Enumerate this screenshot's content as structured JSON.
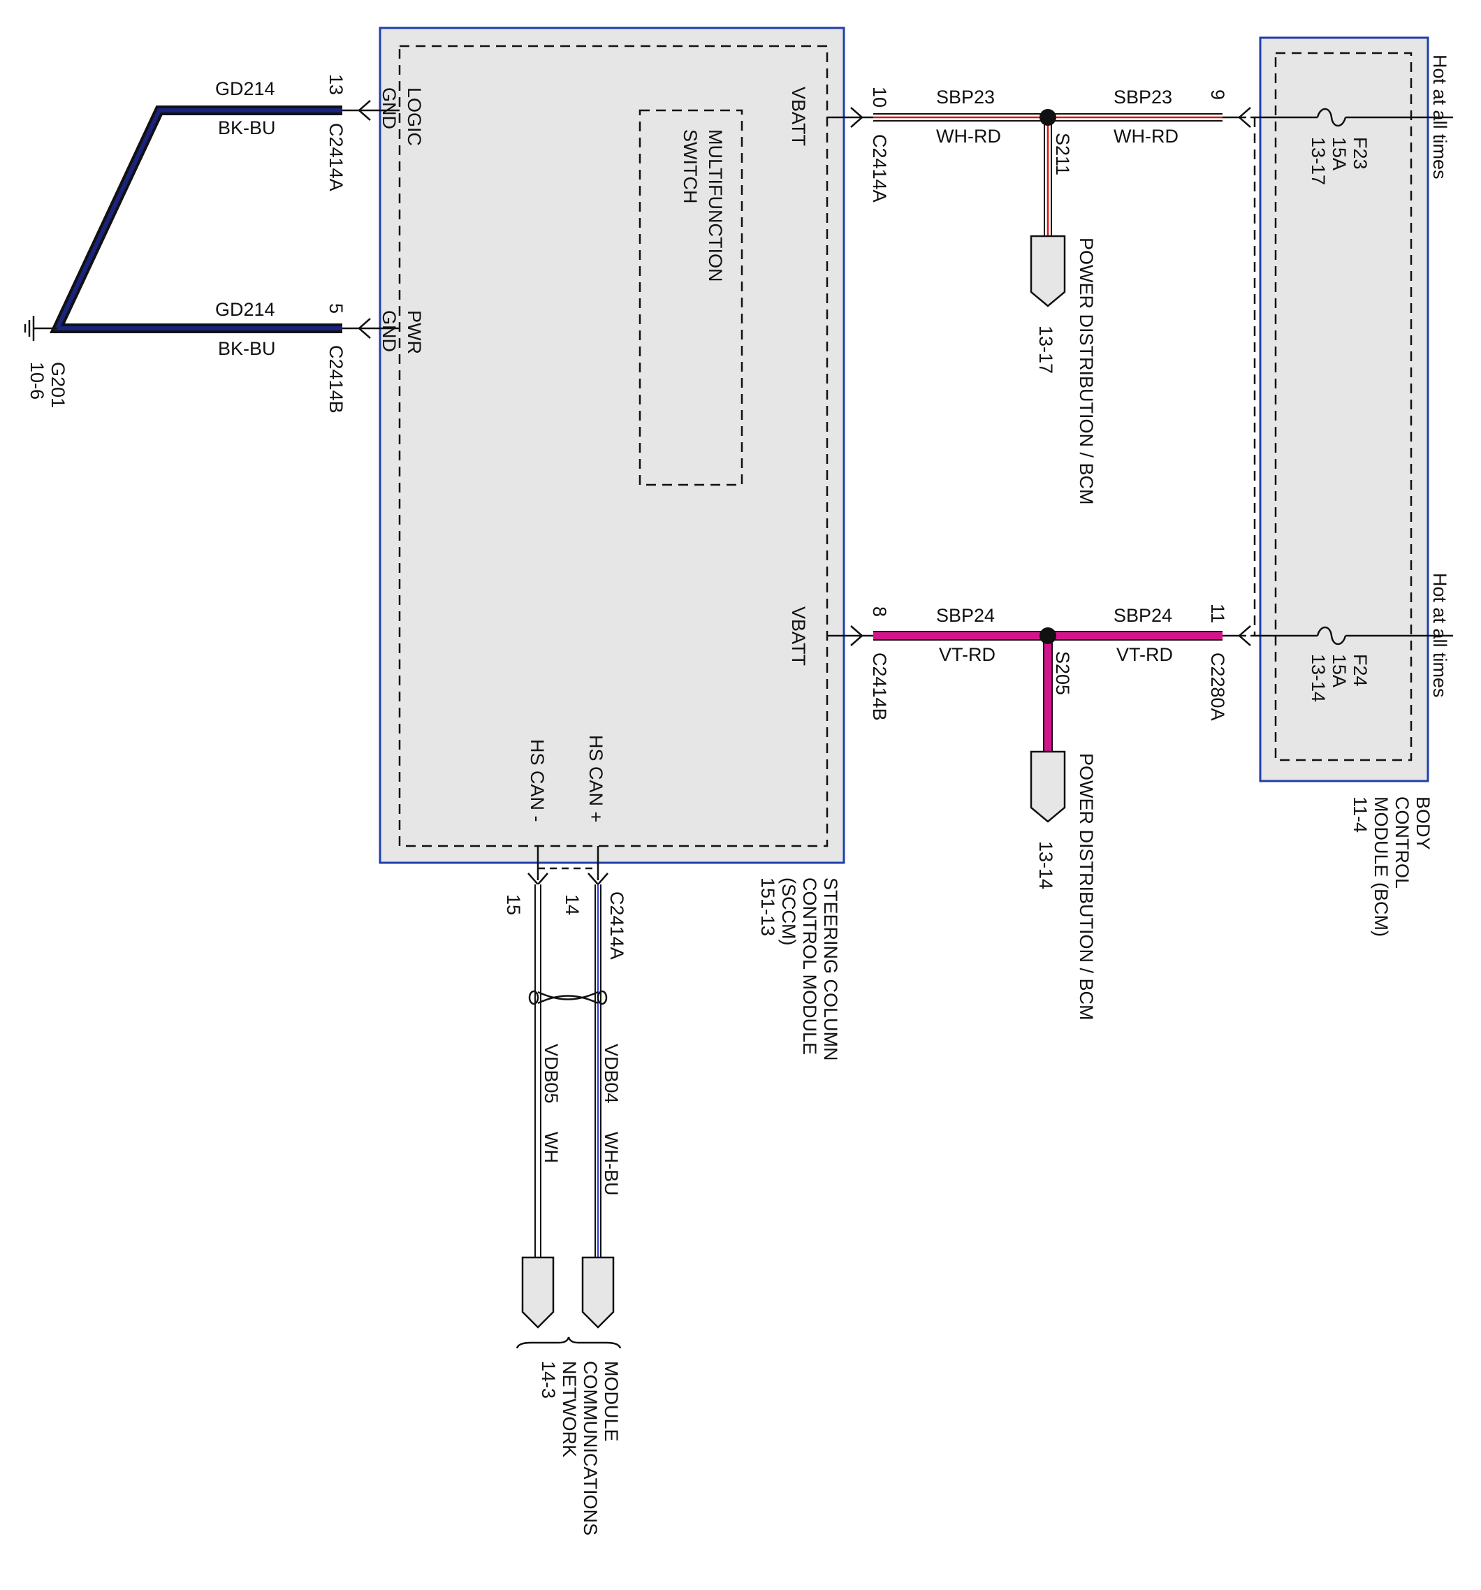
{
  "colors": {
    "module_fill": "#e6e6e6",
    "module_border": "#1f3fb0",
    "wire": "#111111",
    "ground_wire_core": "#1a237e",
    "vt_rd": "#d4148c",
    "wh_rd": "#e01414",
    "wh_bu": "#2a3cd0"
  },
  "ground": {
    "wire_top": {
      "circuit": "GD214",
      "color": "BK-BU",
      "pin": "13",
      "connector": "C2414A"
    },
    "wire_bottom": {
      "circuit": "GD214",
      "color": "BK-BU",
      "pin": "5",
      "connector": "C2414B"
    },
    "ground_id": "G201",
    "ground_ref": "10-6"
  },
  "sccm": {
    "pins": {
      "logic_gnd": "LOGIC GND",
      "pwr_gnd": "PWR GND",
      "vbatt_top": "VBATT",
      "vbatt_bottom": "VBATT",
      "hs_can_plus": "HS CAN +",
      "hs_can_minus": "HS CAN -"
    },
    "switch_label_1": "MULTIFUNCTION",
    "switch_label_2": "SWITCH",
    "name_line_1": "STEERING COLUMN",
    "name_line_2": "CONTROL MODULE",
    "name_line_3": "(SCCM)",
    "name_line_4": "151-13"
  },
  "power_top": {
    "pin_left": "10",
    "connector_left": "C2414A",
    "circuit_left": "SBP23",
    "color_left": "WH-RD",
    "circuit_right": "SBP23",
    "color_right": "WH-RD",
    "pin_right": "9",
    "splice": "S211",
    "dest_label": "POWER DISTRIBUTION / BCM",
    "dest_ref": "13-17"
  },
  "power_bottom": {
    "pin_left": "8",
    "connector_left": "C2414B",
    "circuit_left": "SBP24",
    "color_left": "VT-RD",
    "circuit_right": "SBP24",
    "color_right": "VT-RD",
    "pin_right": "11",
    "connector_right": "C2280A",
    "splice": "S205",
    "dest_label": "POWER DISTRIBUTION / BCM",
    "dest_ref": "13-14"
  },
  "bcm": {
    "fuse_top": {
      "id": "F23",
      "rating": "15A",
      "ref": "13-17"
    },
    "fuse_bottom": {
      "id": "F24",
      "rating": "15A",
      "ref": "13-14"
    },
    "hot_top": "Hot at all times",
    "hot_bottom": "Hot at all times",
    "name_line_1": "BODY",
    "name_line_2": "CONTROL",
    "name_line_3": "MODULE (BCM)",
    "name_line_4": "11-4"
  },
  "can": {
    "connector": "C2414A",
    "pin_plus": "14",
    "pin_minus": "15",
    "circuit_plus": "VDB04",
    "color_plus": "WH-BU",
    "circuit_minus": "VDB05",
    "color_minus": "WH",
    "dest_line_1": "MODULE",
    "dest_line_2": "COMMUNICATIONS",
    "dest_line_3": "NETWORK",
    "dest_line_4": "14-3"
  }
}
